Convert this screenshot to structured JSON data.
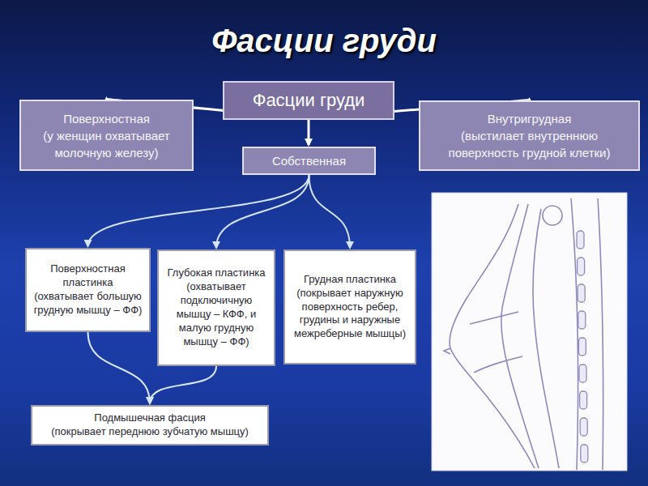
{
  "diagram": {
    "title": "Фасции груди",
    "nodes": [
      {
        "text": [
          "Фасции груди"
        ]
      },
      {
        "text": [
          "Поверхностная",
          "(у женщин охватывает молочную железу)"
        ]
      },
      {
        "text": [
          "Внутригрудная",
          "(выстилает внутреннюю поверхность грудной клетки)"
        ]
      },
      {
        "text": [
          "Собственная"
        ]
      },
      {
        "text": [
          "Поверхностная пластинка",
          "(охватывает большую грудную мышцу – ФФ)"
        ]
      },
      {
        "text": [
          "Глубокая пластинка",
          "(охватывает подключичную мышцу – КФФ, и малую грудную мышцу – ФФ)"
        ]
      },
      {
        "text": [
          "Грудная пластинка",
          "(покрывает наружную поверхность ребер, грудины и наружные межреберные мышцы)"
        ]
      },
      {
        "text": [
          "Подмышечная фасция",
          "(покрывает переднюю зубчатую мышцу)"
        ]
      }
    ],
    "edges": [
      {
        "from": 0,
        "to": 1,
        "arrow": "to"
      },
      {
        "from": 0,
        "to": 2,
        "arrow": "to"
      },
      {
        "from": 0,
        "to": 3,
        "arrow": "to"
      },
      {
        "from": 3,
        "to": 4,
        "arrow": "to"
      },
      {
        "from": 3,
        "to": 5,
        "arrow": "to"
      },
      {
        "from": 3,
        "to": 6,
        "arrow": "to"
      },
      {
        "from": 4,
        "to": 7,
        "arrow": "to"
      },
      {
        "from": 5,
        "to": 7,
        "arrow": "to"
      }
    ]
  }
}
